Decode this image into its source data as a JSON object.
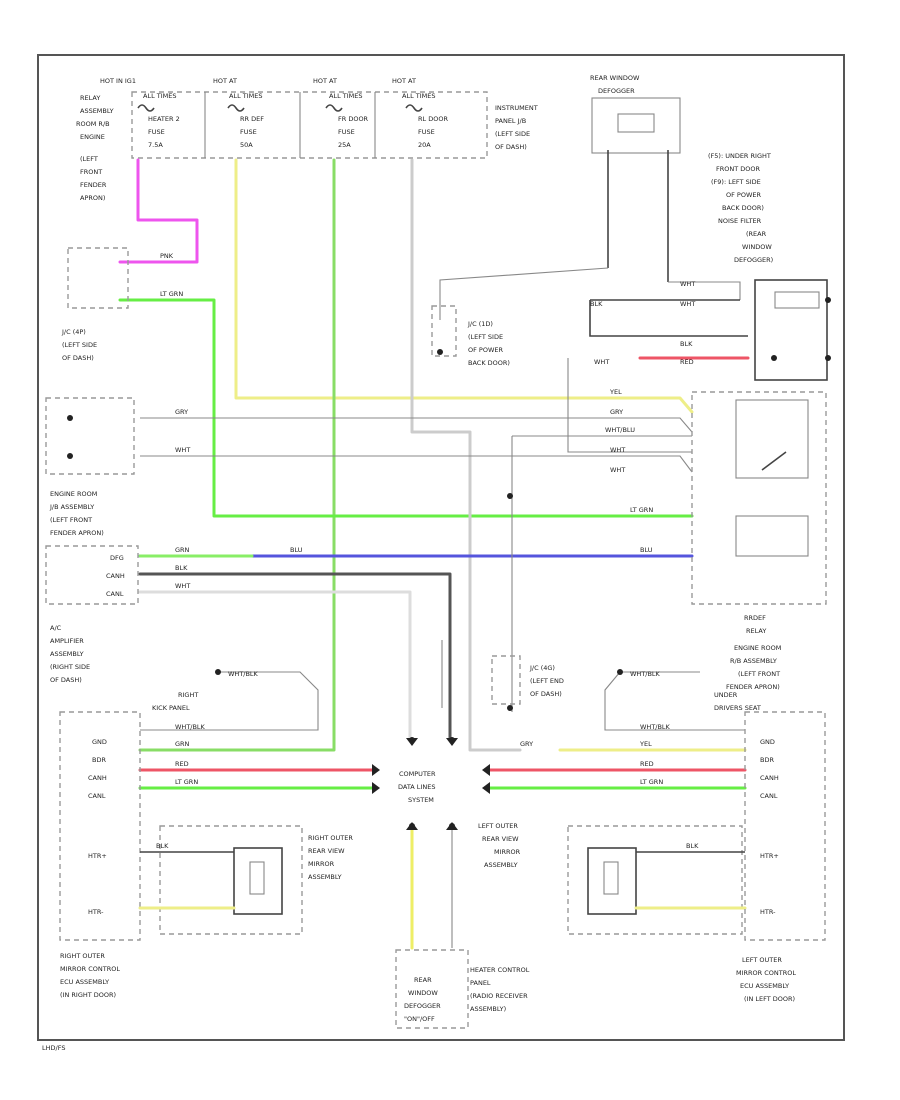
{
  "colors": {
    "pink": "#ee55ee",
    "yellow": "#eeee88",
    "green": "#66dd44",
    "grey": "#bbbbbb",
    "blue": "#5555dd",
    "red": "#ee5566",
    "black": "#333333",
    "white": "#e6e6e6"
  },
  "fuses": {
    "hot1": "HOT IN IG1",
    "hot2": "HOT AT",
    "hot3": "HOT AT",
    "hot4": "HOT AT",
    "relay_label": "RELAY",
    "assembly": "ASSEMBLY",
    "room_label": "ROOM R/B",
    "engine_label": "ENGINE",
    "left_label": "(LEFT",
    "front_label": "FRONT",
    "fender_label": "FENDER",
    "apron_label": "APRON)",
    "f1_name": "HEATER 2",
    "f1_fuse": "FUSE",
    "f1_amp": "7.5A",
    "f2_name": "RR DEF",
    "f2_fuse": "FUSE",
    "f2_amp": "50A",
    "f3_name": "FR DOOR",
    "f3_fuse": "FUSE",
    "f3_amp": "25A",
    "f4_name": "RL DOOR",
    "f4_fuse": "FUSE",
    "f4_amp": "20A",
    "all_times": "ALL TIMES",
    "instrument_panel": "INSTRUMENT",
    "panel_jb": "PANEL J/B",
    "left_side": "(LEFT SIDE",
    "of_dash": "OF DASH)"
  },
  "rear_defogger_top": {
    "title1": "REAR WINDOW",
    "title2": "DEFOGGER"
  },
  "noise_filter": {
    "l1": "(F5): UNDER RIGHT",
    "l2": "FRONT DOOR",
    "l3": "(F9): LEFT SIDE",
    "l4": "OF POWER",
    "l5": "BACK DOOR)",
    "l6": "NOISE FILTER",
    "l7": "(REAR",
    "l8": "WINDOW",
    "l9": "DEFOGGER)"
  },
  "jc_left": {
    "l1": "J/C (4P)",
    "l2": "(LEFT SIDE",
    "l3": "OF DASH)"
  },
  "jc_power": {
    "l1": "J/C (1D)",
    "l2": "(LEFT SIDE",
    "l3": "OF POWER",
    "l4": "BACK DOOR)"
  },
  "engine_room_jb": {
    "l1": "ENGINE ROOM",
    "l2": "J/B ASSEMBLY",
    "l3": "(LEFT FRONT",
    "l4": "FENDER APRON)"
  },
  "ac_amp": {
    "l1": "A/C",
    "l2": "AMPLIFIER",
    "l3": "ASSEMBLY",
    "l4": "(RIGHT SIDE",
    "l5": "OF DASH)",
    "p1": "DFG",
    "p2": "CANH",
    "p3": "CANL"
  },
  "rdef_relay": {
    "l1": "RRDEF",
    "l2": "RELAY",
    "l3": "ENGINE ROOM",
    "l4": "R/B ASSEMBLY",
    "l5": "(LEFT FRONT",
    "l6": "FENDER APRON)"
  },
  "grounds": {
    "right_kick": "RIGHT",
    "right_kick2": "KICK PANEL",
    "under_left": "UNDER",
    "under_left2": "DRIVERS SEAT",
    "whtblk": "WHT/BLK"
  },
  "jc_left_end": {
    "l1": "J/C (4G)",
    "l2": "(LEFT END",
    "l3": "OF DASH)"
  },
  "computer": {
    "l1": "COMPUTER",
    "l2": "DATA LINES",
    "l3": "SYSTEM"
  },
  "right_ecu": {
    "l1": "RIGHT OUTER",
    "l2": "MIRROR CONTROL",
    "l3": "ECU ASSEMBLY",
    "l4": "(IN RIGHT DOOR)",
    "p_gnd": "GND",
    "p_bdr": "BDR",
    "p_canh": "CANH",
    "p_canl": "CANL",
    "p_htr1": "HTR+",
    "p_htr2": "HTR-"
  },
  "left_ecu": {
    "l1": "LEFT OUTER",
    "l2": "MIRROR CONTROL",
    "l3": "ECU ASSEMBLY",
    "l4": "(IN LEFT DOOR)",
    "p_gnd": "GND",
    "p_bdr": "BDR",
    "p_canh": "CANH",
    "p_canl": "CANL",
    "p_htr1": "HTR+",
    "p_htr2": "HTR-"
  },
  "right_mirror": {
    "l1": "RIGHT OUTER",
    "l2": "REAR VIEW",
    "l3": "MIRROR",
    "l4": "ASSEMBLY"
  },
  "left_mirror": {
    "l1": "LEFT OUTER",
    "l2": "REAR VIEW",
    "l3": "MIRROR",
    "l4": "ASSEMBLY"
  },
  "switch": {
    "l1": "REAR",
    "l2": "WINDOW",
    "l3": "DEFOGGER",
    "l4": "\"ON\"/OFF"
  },
  "heater_panel": {
    "l1": "HEATER CONTROL",
    "l2": "PANEL",
    "l3": "(RADIO RECEIVER",
    "l4": "ASSEMBLY)"
  },
  "wire_labels": {
    "pnk": "PNK",
    "ltgrn": "LT GRN",
    "yel": "YEL",
    "grn": "GRN",
    "gry": "GRY",
    "wht": "WHT",
    "whtblu": "WHT/BLU",
    "blk": "BLK",
    "red": "RED",
    "blu": "BLU",
    "whtblk": "WHT/BLK"
  },
  "footer": "LHD/FS"
}
